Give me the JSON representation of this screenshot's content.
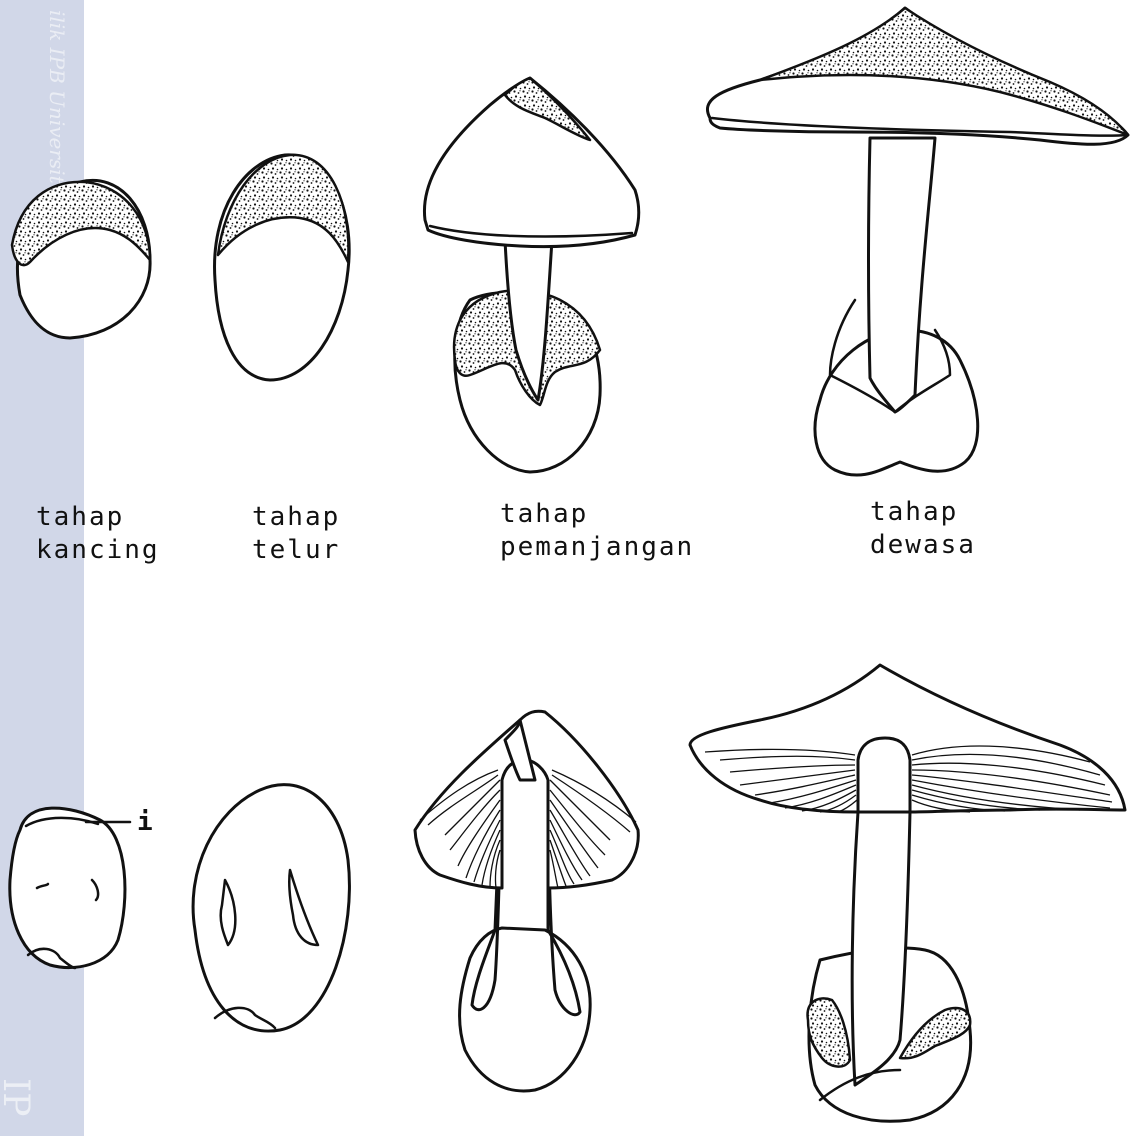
{
  "stages_top": [
    {
      "word": "tahap",
      "name": "kancing"
    },
    {
      "word": "tahap",
      "name": "telur"
    },
    {
      "word": "tahap",
      "name": "pemanjangan"
    },
    {
      "word": "tahap",
      "name": "dewasa"
    }
  ],
  "pointer_label": "i",
  "watermark": {
    "side_text": "ilik IPB Universit",
    "corner_text": "IP",
    "color": "#c9d0e4"
  }
}
